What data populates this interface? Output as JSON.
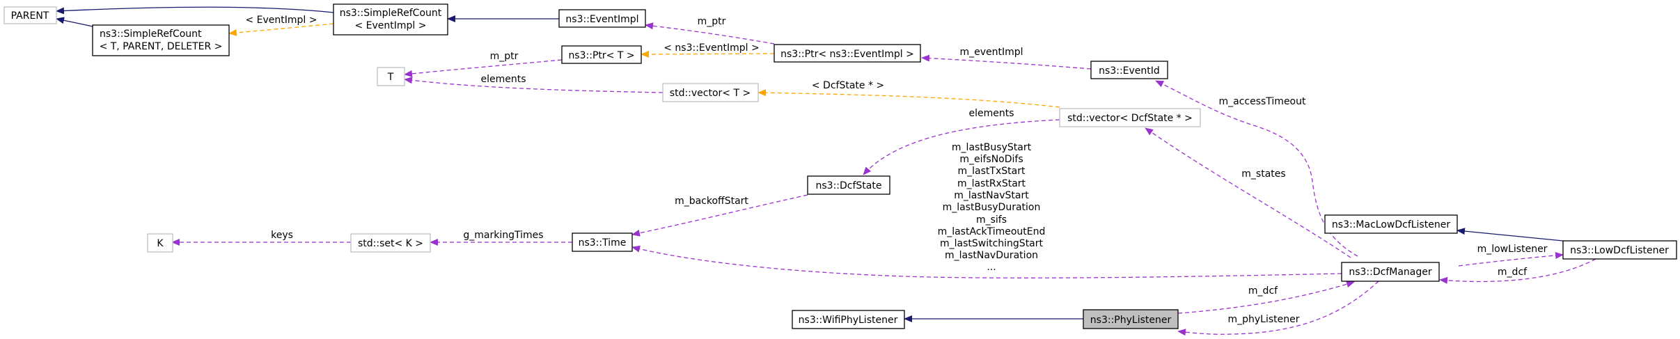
{
  "diagram": {
    "nodes": {
      "parent": "PARENT",
      "simple_ref_count_event_impl_1": "ns3::SimpleRefCount",
      "simple_ref_count_event_impl_2": "< EventImpl >",
      "simple_ref_count_tpl_1": "ns3::SimpleRefCount",
      "simple_ref_count_tpl_2": "< T, PARENT, DELETER >",
      "event_impl": "ns3::EventImpl",
      "ptr_event_impl": "ns3::Ptr< ns3::EventImpl >",
      "ptr_t": "ns3::Ptr< T >",
      "t": "T",
      "event_id": "ns3::EventId",
      "vector_t": "std::vector< T >",
      "vector_dcf_state": "std::vector< DcfState * >",
      "dcf_state": "ns3::DcfState",
      "k": "K",
      "set_k": "std::set< K >",
      "time": "ns3::Time",
      "mac_low_dcf_listener": "ns3::MacLowDcfListener",
      "low_dcf_listener": "ns3::LowDcfListener",
      "dcf_manager": "ns3::DcfManager",
      "wifi_phy_listener": "ns3::WifiPhyListener",
      "phy_listener": "ns3::PhyListener"
    },
    "edge_labels": {
      "event_impl_tpl": "< EventImpl >",
      "m_ptr_1": "m_ptr",
      "ns3_event_impl_tpl": "< ns3::EventImpl >",
      "m_ptr_2": "m_ptr",
      "m_event_impl": "m_eventImpl",
      "elements_1": "elements",
      "dcf_state_tpl": "< DcfState * >",
      "elements_2": "elements",
      "m_access_timeout": "m_accessTimeout",
      "m_states": "m_states",
      "m_backoff_start": "m_backoffStart",
      "keys": "keys",
      "g_marking_times": "g_markingTimes",
      "time_members": [
        "m_lastBusyStart",
        "m_eifsNoDifs",
        "m_lastTxStart",
        "m_lastRxStart",
        "m_lastNavStart",
        "m_lastBusyDuration",
        "m_sifs",
        "m_lastAckTimeoutEnd",
        "m_lastSwitchingStart",
        "m_lastNavDuration",
        "..."
      ],
      "m_low_listener": "m_lowListener",
      "m_dcf_1": "m_dcf",
      "m_dcf_2": "m_dcf",
      "m_phy_listener": "m_phyListener"
    },
    "colors": {
      "inheritance": "#191970",
      "usage": "#9a32cd",
      "template": "#ffa500",
      "highlight_fill": "#bfbfbf",
      "gray_border": "#bfbfbf"
    }
  }
}
